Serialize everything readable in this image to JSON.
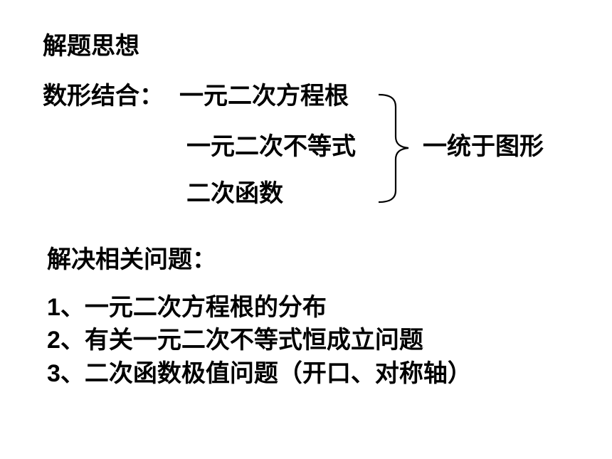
{
  "heading": "解题思想",
  "combine_label": "数形结合：",
  "items": [
    "一元二次方程根",
    "一元二次不等式",
    "二次函数"
  ],
  "unify_text": "一统于图形",
  "problems_heading": "解决相关问题：",
  "problems": [
    {
      "num": "1",
      "text": "、一元二次方程根的分布"
    },
    {
      "num": "2",
      "text": "、有关一元二次不等式恒成立问题"
    },
    {
      "num": "3",
      "text": "、二次函数极值问题（开口、对称轴）"
    }
  ]
}
